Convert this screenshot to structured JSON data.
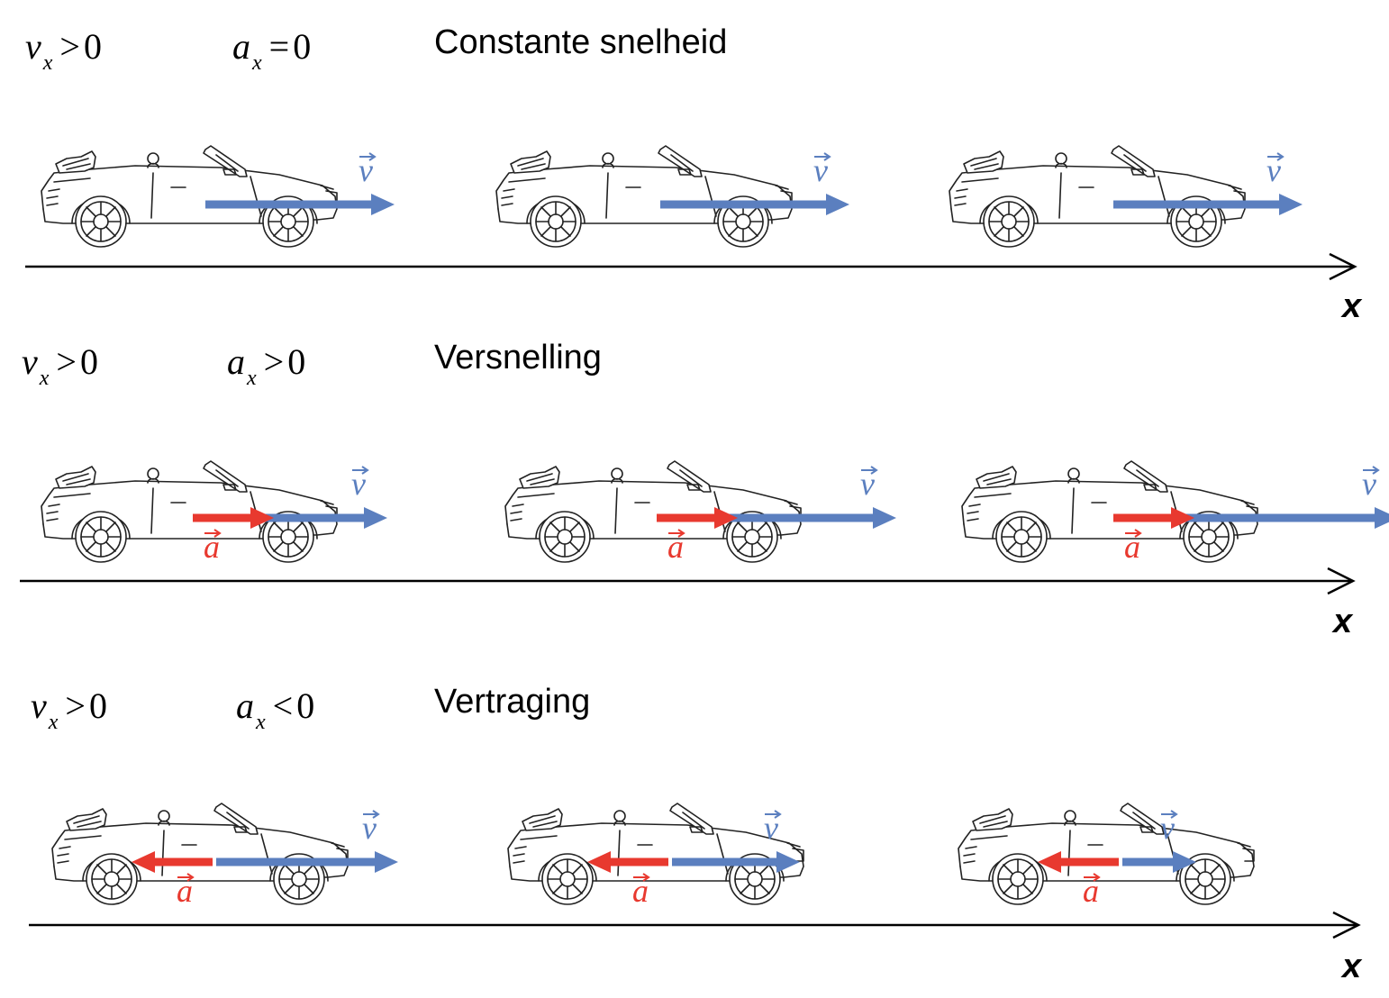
{
  "colors": {
    "velocity": "#5b7fbf",
    "acceleration": "#e8392f",
    "axis": "#000000",
    "car_line": "#222222"
  },
  "axis_label": "x",
  "vector_labels": {
    "velocity": "v",
    "acceleration": "a"
  },
  "rows": [
    {
      "vx": {
        "symbol": "v",
        "sub": "x",
        "rel": ">",
        "value": "0"
      },
      "ax": {
        "symbol": "a",
        "sub": "x",
        "rel": "=",
        "value": "0"
      },
      "description": "Constante snelheid",
      "acceleration_direction": "none"
    },
    {
      "vx": {
        "symbol": "v",
        "sub": "x",
        "rel": ">",
        "value": "0"
      },
      "ax": {
        "symbol": "a",
        "sub": "x",
        "rel": ">",
        "value": "0"
      },
      "description": "Versnelling",
      "acceleration_direction": "forward"
    },
    {
      "vx": {
        "symbol": "v",
        "sub": "x",
        "rel": ">",
        "value": "0"
      },
      "ax": {
        "symbol": "a",
        "sub": "x",
        "rel": "<",
        "value": "0"
      },
      "description": "Vertraging",
      "acceleration_direction": "backward"
    }
  ]
}
